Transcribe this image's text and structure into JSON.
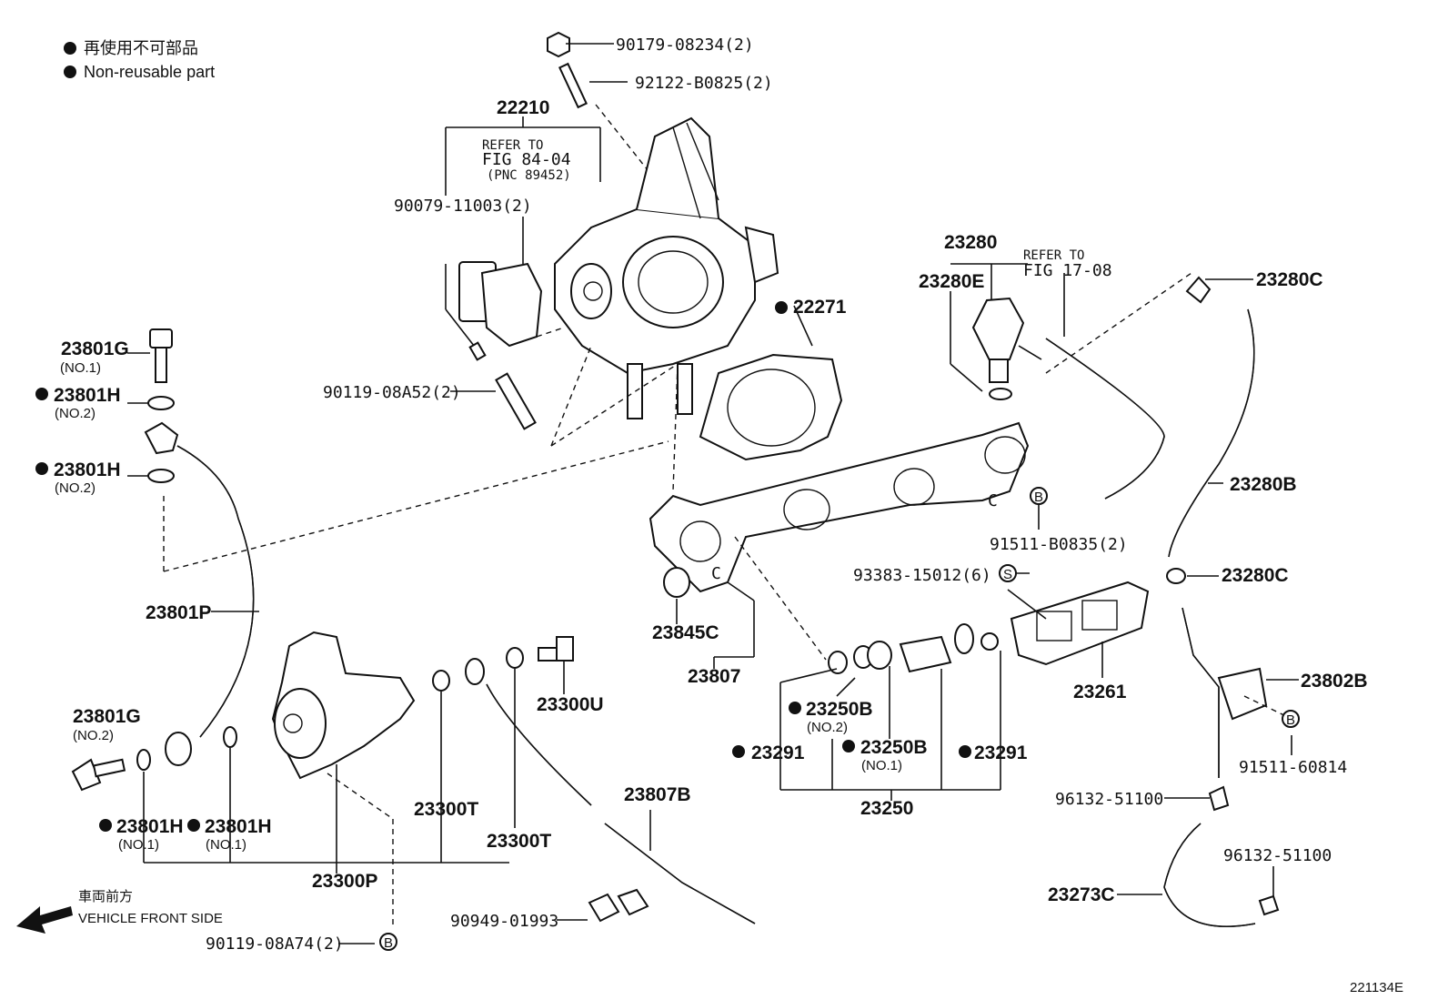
{
  "legend": {
    "line_jp": "再使用不可部品",
    "line_en": "Non-reusable part"
  },
  "direction": {
    "jp": "車両前方",
    "en": "VEHICLE FRONT SIDE"
  },
  "figure_id": "221134E",
  "refs": {
    "r1_l1": "REFER TO",
    "r1_l2": "FIG 84-04",
    "r1_l3": "(PNC 89452)",
    "r2_l1": "REFER TO",
    "r2_l2": "FIG 17-08"
  },
  "symbols": {
    "b": "B",
    "s": "S",
    "c": "C"
  },
  "parts": {
    "p90179": "90179-08234(2)",
    "p92122": "92122-B0825(2)",
    "p22210": "22210",
    "p90079": "90079-11003(2)",
    "p90119a": "90119-08A52(2)",
    "p22271": "22271",
    "p23280": "23280",
    "p23280E": "23280E",
    "p23280C_top": "23280C",
    "p23280B": "23280B",
    "p23280C_mid": "23280C",
    "p91511b": "91511-B0835(2)",
    "p93383": "93383-15012(6)",
    "p23801G_top": "23801G",
    "no1_a": "(NO.1)",
    "p23801H_a": "23801H",
    "no2_a": "(NO.2)",
    "p23801H_b": "23801H",
    "no2_b": "(NO.2)",
    "p23801P": "23801P",
    "p23845C": "23845C",
    "p23807": "23807",
    "p23261": "23261",
    "p23802B": "23802B",
    "p91511_6": "91511-60814",
    "p23801G_bot": "23801G",
    "no2_c": "(NO.2)",
    "p23300U": "23300U",
    "p23250B_a": "23250B",
    "no2_d": "(NO.2)",
    "p23291_a": "23291",
    "p23250B_b": "23250B",
    "no1_b": "(NO.1)",
    "p23291_b": "23291",
    "p23250": "23250",
    "p96132_a": "96132-51100",
    "p23801H_c": "23801H",
    "no1_c": "(NO.1)",
    "p23801H_d": "23801H",
    "no1_d": "(NO.1)",
    "p23300T_a": "23300T",
    "p23300T_b": "23300T",
    "p23807B": "23807B",
    "p23300P": "23300P",
    "p96132_b": "96132-51100",
    "p23273C": "23273C",
    "p90949": "90949-01993",
    "p90119b": "90119-08A74(2)"
  }
}
